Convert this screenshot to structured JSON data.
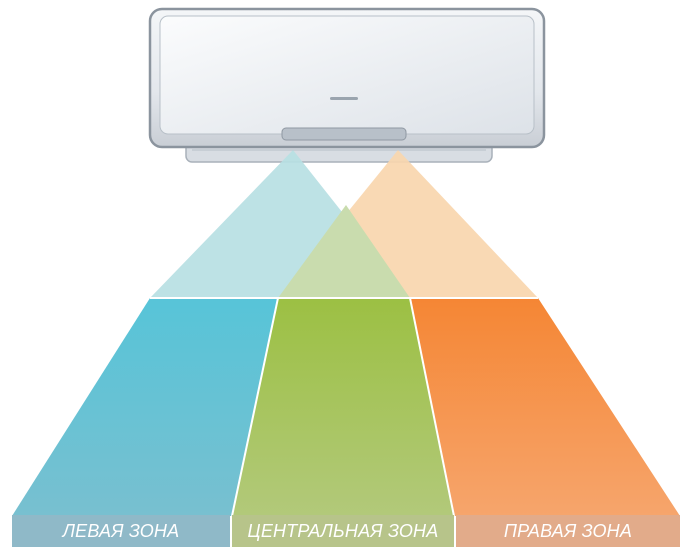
{
  "zones": {
    "left": "ЛЕВАЯ ЗОНА",
    "center": "ЦЕНТРАЛЬНАЯ ЗОНА",
    "right": "ПРАВАЯ ЗОНА"
  },
  "colors": {
    "left_zone": "#5cc3d6",
    "center_zone": "#9dc24a",
    "right_zone": "#f58a3c",
    "left_beam": "#b7dfe3",
    "right_beam": "#f8d6ae",
    "overlap_beam": "#c9dcae"
  },
  "icons": {
    "device": "air-conditioner-icon"
  }
}
